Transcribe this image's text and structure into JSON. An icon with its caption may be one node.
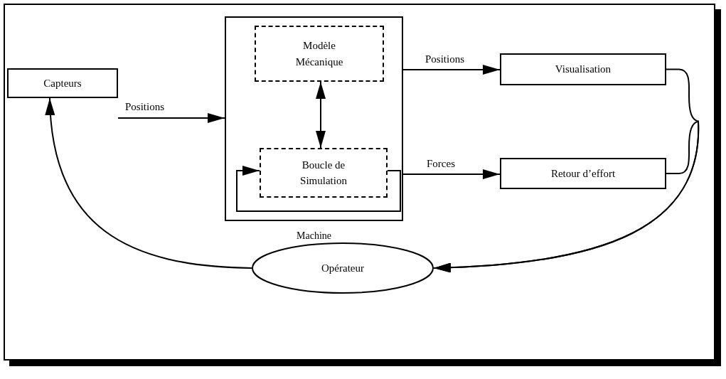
{
  "diagram": {
    "nodes": [
      {
        "text": [
          "Capteurs"
        ]
      },
      {
        "text": [
          "Machine"
        ]
      },
      {
        "text": [
          "Modèle Mécanique"
        ],
        "in": 1
      },
      {
        "text": [
          "Boucle de Simulation"
        ],
        "in": 1
      },
      {
        "text": [
          "Visualisation"
        ]
      },
      {
        "text": [
          "Retour d’effort"
        ]
      },
      {
        "text": [
          "Opérateur"
        ]
      }
    ],
    "edges": [
      {
        "from": 0,
        "to": 1,
        "arrow": "to",
        "label": "Positions"
      },
      {
        "from": 2,
        "to": 3,
        "arrow": "both"
      },
      {
        "from": 3,
        "to": 3,
        "arrow": "to"
      },
      {
        "from": 1,
        "to": 4,
        "arrow": "to",
        "label": "Positions"
      },
      {
        "from": 1,
        "to": 5,
        "arrow": "to",
        "label": "Forces"
      },
      {
        "from": 4,
        "to": 6,
        "arrow": "to"
      },
      {
        "from": 5,
        "to": 6,
        "arrow": "to"
      },
      {
        "from": 6,
        "to": 0,
        "arrow": "to"
      }
    ]
  }
}
